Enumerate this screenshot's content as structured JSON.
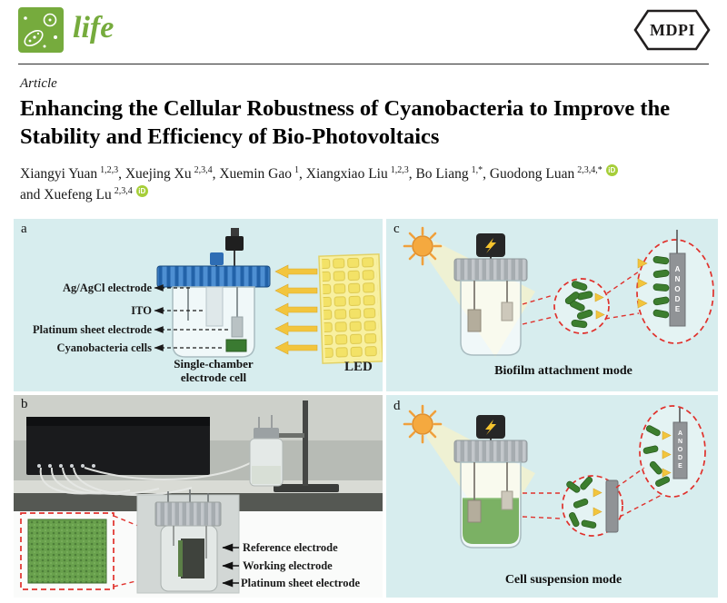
{
  "header": {
    "journal_name": "life",
    "publisher": "MDPI"
  },
  "article": {
    "type_label": "Article",
    "title": "Enhancing the Cellular Robustness of Cyanobacteria to Improve the Stability and Efficiency of Bio-Photovoltaics"
  },
  "authors": {
    "line1": [
      {
        "name": "Xiangyi Yuan",
        "sup": "1,2,3",
        "sep": ", "
      },
      {
        "name": "Xuejing Xu",
        "sup": "2,3,4",
        "sep": ", "
      },
      {
        "name": "Xuemin Gao",
        "sup": "1",
        "sep": ", "
      },
      {
        "name": "Xiangxiao Liu",
        "sup": "1,2,3",
        "sep": ", "
      },
      {
        "name": "Bo Liang",
        "sup": "1,*",
        "sep": ", "
      },
      {
        "name": "Guodong Luan",
        "sup": "2,3,4,*",
        "orcid": true
      }
    ],
    "line2": [
      {
        "name": "and Xuefeng Lu",
        "sup": "2,3,4",
        "orcid": true
      }
    ]
  },
  "figure": {
    "panel_a": {
      "label": "a",
      "annotations": [
        "Ag/AgCl electrode",
        "ITO",
        "Platinum sheet electrode",
        "Cyanobacteria cells"
      ],
      "caption_line1": "Single-chamber",
      "caption_line2": "electrode cell",
      "led_label": "LED"
    },
    "panel_b": {
      "label": "b",
      "annotations": [
        "Reference electrode",
        "Working electrode",
        "Platinum sheet electrode"
      ]
    },
    "panel_c": {
      "label": "c",
      "anode_label": "ANODE",
      "caption": "Biofilm attachment mode"
    },
    "panel_d": {
      "label": "d",
      "anode_label": "ANODE",
      "caption": "Cell suspension mode"
    }
  },
  "colors": {
    "journal_green": "#76ab3d",
    "figure_bg": "#d7edee",
    "callout_red": "#e0312c",
    "led_yellow": "#f8f0a0",
    "biofilm_green": "#3c7e2e",
    "suspension_green": "#74ad5c",
    "anode_gray": "#909396",
    "orcid_green": "#a6ce39"
  }
}
